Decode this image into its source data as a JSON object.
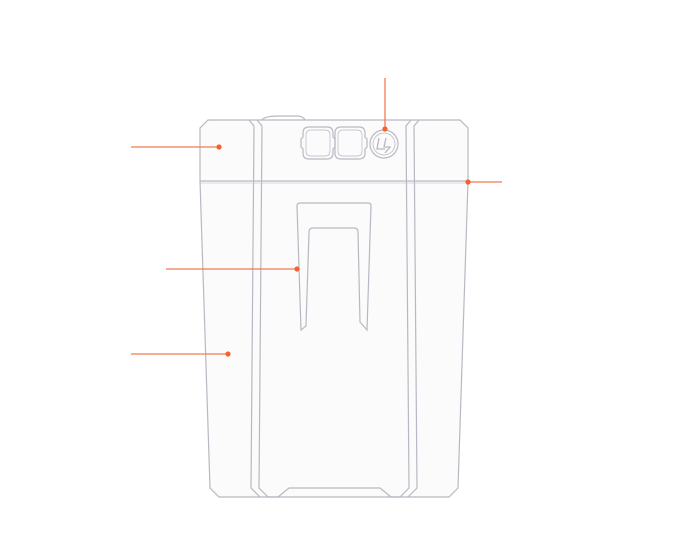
{
  "colors": {
    "outline": "#b9b8c2",
    "fill": "#fbfbfc",
    "callout": "#f47a4f",
    "callout_dot": "#f4622f"
  },
  "icons": {
    "connector_ports": "connector-port-icon",
    "logo_badge": "lightning-logo-icon"
  },
  "callouts": [
    {
      "name": "top-left-callout"
    },
    {
      "name": "logo-badge-callout"
    },
    {
      "name": "seam-callout"
    },
    {
      "name": "clip-callout"
    },
    {
      "name": "side-panel-callout"
    }
  ]
}
